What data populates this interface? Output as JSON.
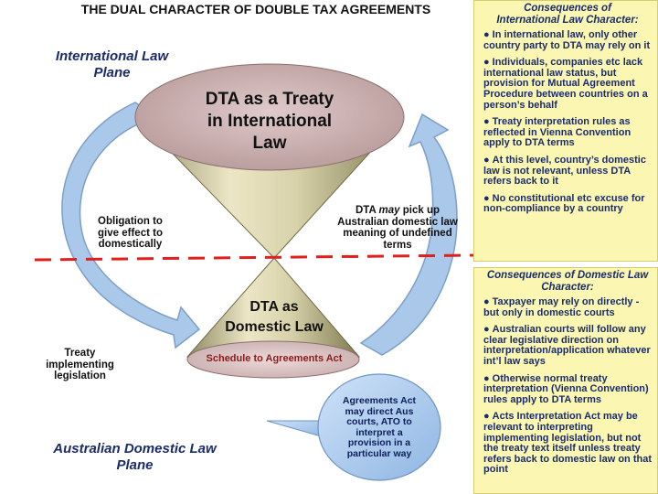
{
  "title": "THE DUAL CHARACTER OF DOUBLE TAX AGREEMENTS",
  "planes": {
    "international": [
      "International Law",
      "Plane"
    ],
    "domestic": [
      "Australian Domestic Law",
      "Plane"
    ]
  },
  "top_shape": [
    "DTA as a Treaty",
    "in International",
    "Law"
  ],
  "bottom_shape": [
    "DTA as",
    "Domestic Law"
  ],
  "schedule_label": "Schedule to Agreements Act",
  "labels": {
    "obligation": [
      "Obligation to",
      "give effect to",
      "domestically"
    ],
    "dta_may": {
      "pre": "DTA ",
      "em": "may",
      "post": " pick up",
      "rest": [
        "Australian domestic law",
        "meaning of undefined",
        "terms"
      ]
    },
    "treaty_impl": [
      "Treaty",
      "implementing",
      "legislation"
    ],
    "agreements_act": [
      "Agreements Act",
      "may direct Aus",
      "courts, ATO to",
      "interpret a",
      "provision in a",
      "particular way"
    ]
  },
  "intl_panel": {
    "title": [
      "Consequences of",
      "International Law Character:"
    ],
    "items": [
      "In international law, only other country party to DTA may rely on it",
      "Individuals, companies etc lack international law status, but provision for Mutual Agreement Procedure between countries on a person’s behalf",
      "Treaty interpretation rules as reflected in Vienna Convention apply to DTA terms",
      "At this level, country’s domestic law is not relevant, unless DTA refers back to it",
      "No constitutional etc excuse for non-compliance by a country"
    ]
  },
  "dom_panel": {
    "title": [
      "Consequences of Domestic Law",
      "Character:"
    ],
    "items": [
      "Taxpayer may rely on directly - but only in domestic courts",
      "Australian courts will follow any clear legislative direction on interpretation/application whatever int’l law says",
      "Otherwise normal treaty interpretation (Vienna Convention) rules apply to DTA terms",
      "Acts Interpretation Act may be relevant to interpreting implementing legislation, but not the treaty text itself unless treaty refers back to domestic law on that point"
    ]
  },
  "bullet": "●",
  "colors": {
    "cone_light": "#e8e2c2",
    "cone_dark": "#8f8a62",
    "ellipse_top": "#c9b0b0",
    "arrow_fill": "#a9c8ea",
    "arrow_stroke": "#7d9fc6",
    "dash": "#e0201c",
    "panel_bg": "#fbf7b2",
    "text_blue": "#1b2c6b",
    "schedule_red": "#8b1a1a"
  }
}
